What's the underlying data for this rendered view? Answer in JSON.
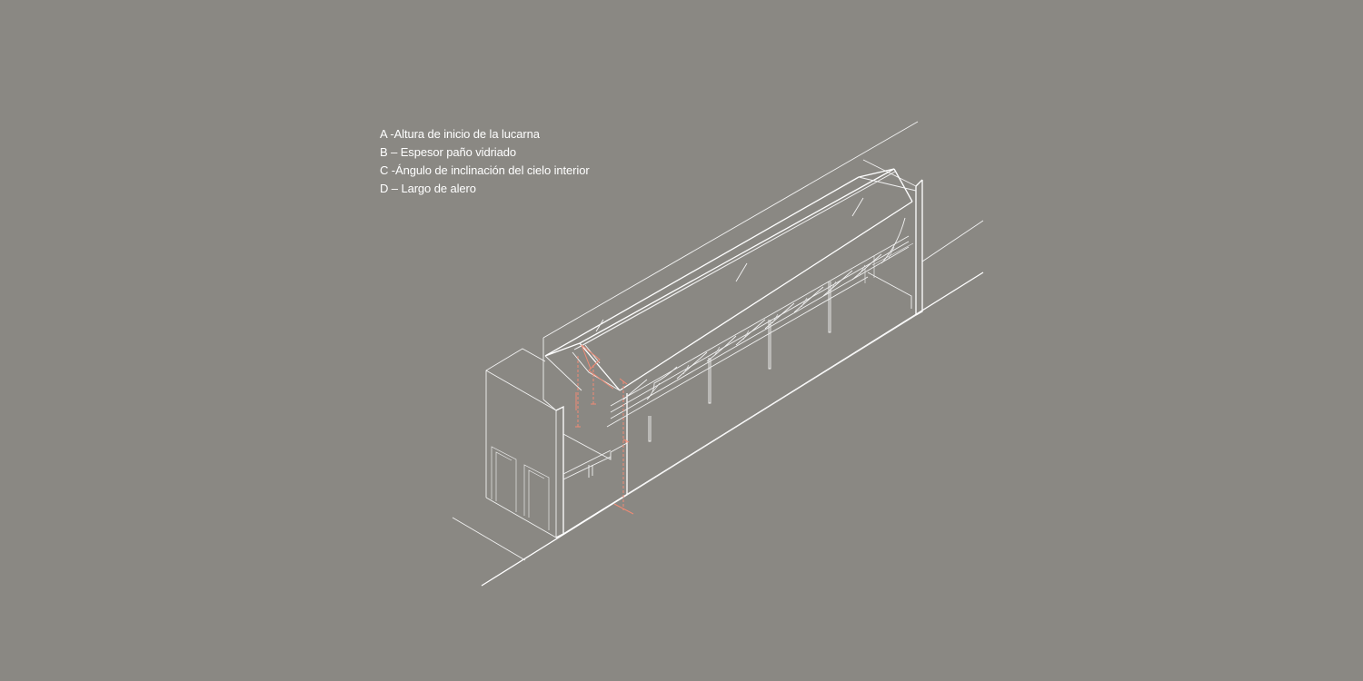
{
  "legend": {
    "items": [
      "A -Altura de inicio de la lucarna",
      "B – Espesor paño vidriado",
      "C -Ángulo de inclinación del cielo interior",
      "D – Largo de alero"
    ]
  },
  "colors": {
    "background": "#8a8883",
    "linework": "#ffffff",
    "dimensions": "#f08a74"
  }
}
